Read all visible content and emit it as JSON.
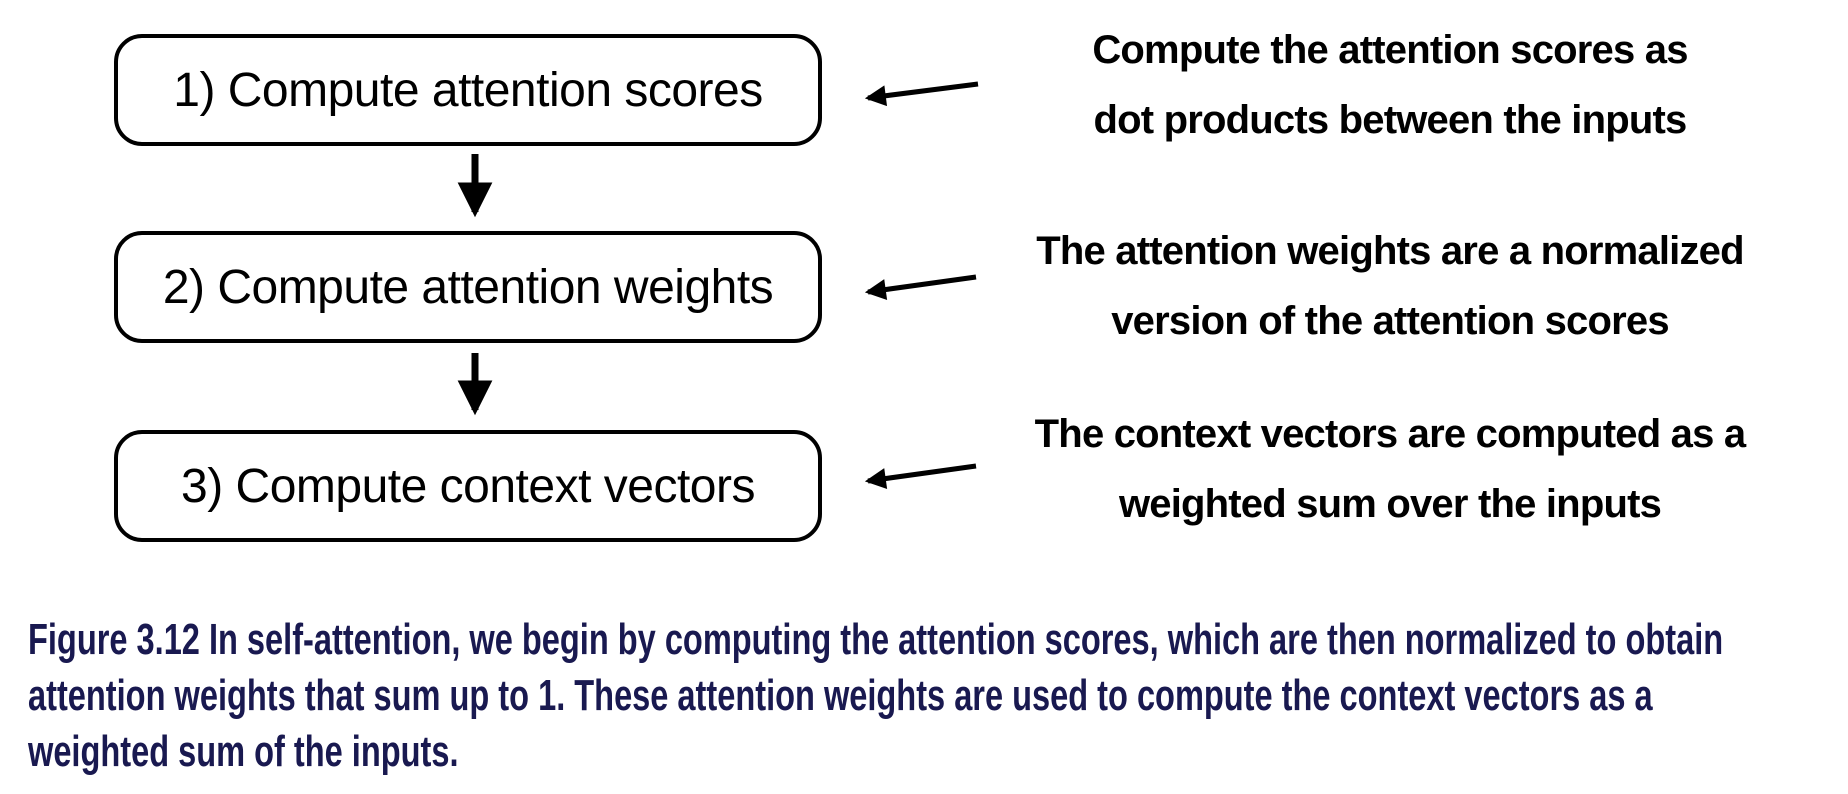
{
  "figure": {
    "steps": [
      {
        "label": "1) Compute attention scores",
        "annotation": [
          "Compute the attention scores as",
          "dot products between the inputs"
        ]
      },
      {
        "label": "2) Compute attention weights",
        "annotation": [
          "The attention weights are a normalized",
          "version of the attention scores"
        ]
      },
      {
        "label": "3) Compute context vectors",
        "annotation": [
          "The context vectors are computed as a",
          "weighted sum over the inputs"
        ]
      }
    ]
  },
  "caption": {
    "lines": [
      "Figure 3.12 In self-attention, we begin by computing the attention scores, which are then normalized to obtain",
      "attention weights that sum up to 1. These attention weights are used to compute the context vectors as a",
      "weighted sum of the inputs."
    ]
  },
  "colors": {
    "diagram_ink": "#000000",
    "box_fill": "#ffffff",
    "caption_text": "#191950",
    "background": "#ffffff"
  }
}
